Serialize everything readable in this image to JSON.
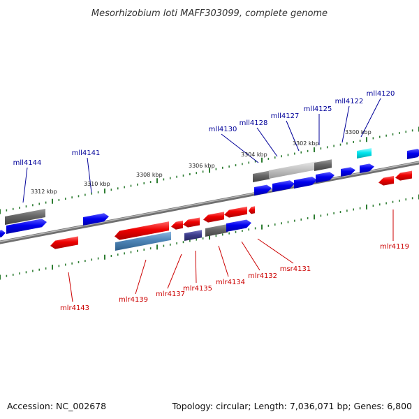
{
  "title": "Mesorhizobium loti MAFF303099, complete genome",
  "footer": {
    "accession": "Accession: NC_002678",
    "topology": "Topology: circular; Length: 7,036,071 bp; Genes: 6,800"
  },
  "scale_labels": [
    "3312 kbp",
    "3310 kbp",
    "3308 kbp",
    "3306 kbp",
    "3304 kbp",
    "3302 kbp",
    "3300 kbp"
  ],
  "forward_gene_labels": [
    "mll4144",
    "mll4141",
    "mll4130",
    "mll4128",
    "mll4127",
    "mll4125",
    "mll4122",
    "mll4120"
  ],
  "reverse_gene_labels": [
    "mlr4143",
    "mlr4139",
    "mlr4137",
    "mlr4135",
    "mlr4134",
    "mlr4132",
    "msr4131",
    "mlr4119"
  ],
  "colors": {
    "forward_label": "#000099",
    "reverse_label": "#cc0000",
    "forward_gene": "#0000ee",
    "reverse_gene": "#ee0000",
    "pseudo_gene": "#666666",
    "trna_gene": "#00e5ee",
    "steelblue_gene": "#4f86b8",
    "slate_gene": "#3c3c8c",
    "tick": "#2e7d32",
    "backbone": "#808080"
  }
}
